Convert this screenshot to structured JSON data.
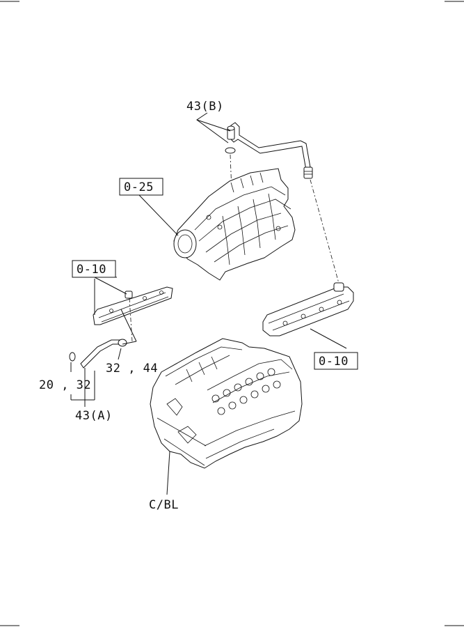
{
  "labels": {
    "pipe_b": "43(B)",
    "manifold_ref": "0-25",
    "left_cover_ref": "0-10",
    "right_cover_ref": "0-10",
    "clamp_left": "20 , 32",
    "clamp_right": "32 , 44",
    "hose_a": "43(A)",
    "cylinder_block": "C/BL"
  }
}
